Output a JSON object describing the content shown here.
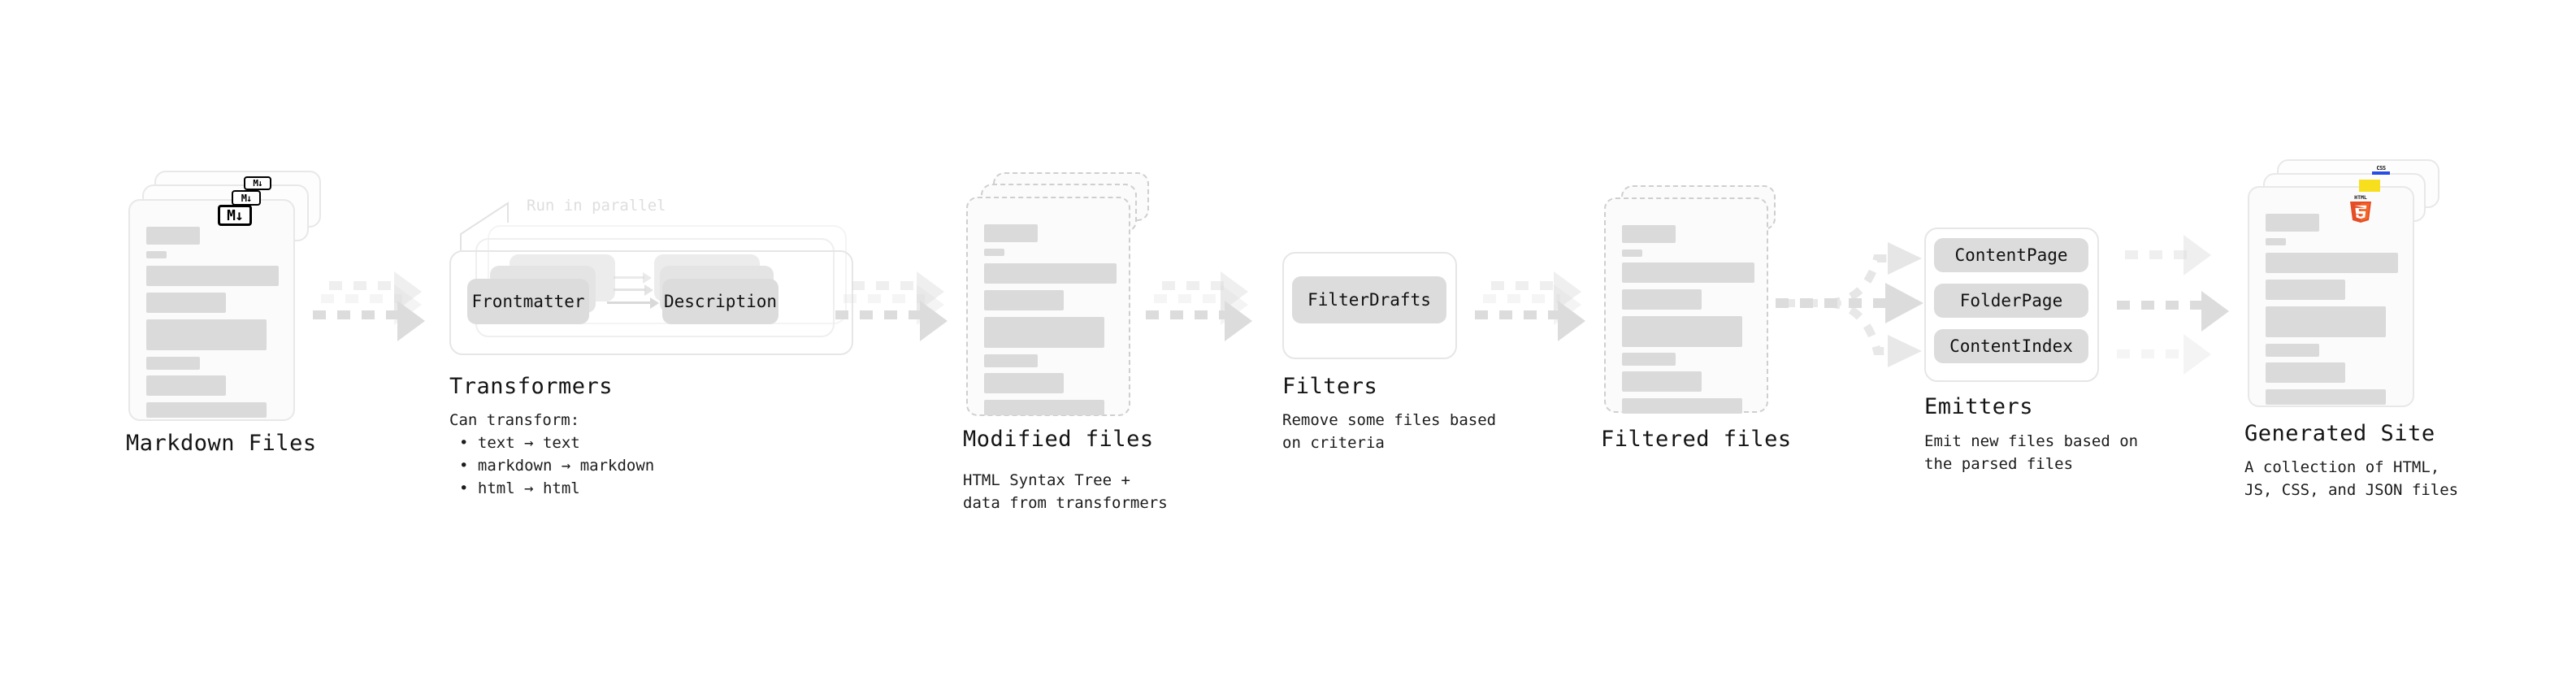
{
  "diagram": {
    "background": "#ffffff",
    "accent_gray": "#dcdcdc",
    "stages": [
      {
        "id": "markdown-files",
        "title": "Markdown Files",
        "subtitle": "",
        "badge": "markdown-badge",
        "badge_text": "M↓"
      },
      {
        "id": "transformers",
        "title": "Transformers",
        "subtitle": "Can transform:",
        "parallel_note": "Run in parallel",
        "bullets": [
          "• text → text",
          "• markdown → markdown",
          "• html → html"
        ],
        "nodes": [
          "Frontmatter",
          "Description"
        ]
      },
      {
        "id": "modified-files",
        "title": "Modified files",
        "subtitle": "HTML Syntax Tree +\ndata from transformers"
      },
      {
        "id": "filters",
        "title": "Filters",
        "subtitle": "Remove some files based\non criteria",
        "nodes": [
          "FilterDrafts"
        ]
      },
      {
        "id": "filtered-files",
        "title": "Filtered files",
        "subtitle": ""
      },
      {
        "id": "emitters",
        "title": "Emitters",
        "subtitle": "Emit new files based on\nthe parsed files",
        "nodes": [
          "ContentPage",
          "FolderPage",
          "ContentIndex"
        ]
      },
      {
        "id": "generated-site",
        "title": "Generated Site",
        "subtitle": "A collection of HTML,\nJS, CSS, and JSON files",
        "badges": [
          "html5-badge",
          "js-badge",
          "css-badge"
        ],
        "badge_labels": [
          "HTML",
          "JS",
          "CSS"
        ]
      }
    ]
  }
}
